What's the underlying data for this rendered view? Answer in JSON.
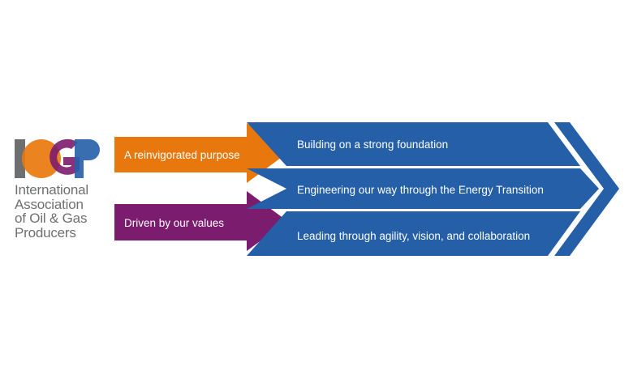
{
  "logo": {
    "letters": "IOGP",
    "name_lines": [
      "International",
      "Association",
      "of Oil & Gas",
      "Producers"
    ]
  },
  "inputs": [
    {
      "label": "A reinvigorated purpose",
      "color": "#e8780d"
    },
    {
      "label": "Driven by our values",
      "color": "#7c1c6e"
    }
  ],
  "pillars": [
    {
      "label": "Building on a strong foundation"
    },
    {
      "label": "Engineering our way through the Energy Transition"
    },
    {
      "label": "Leading through agility, vision, and collaboration"
    }
  ],
  "colors": {
    "pillar_blue": "#245fa8",
    "chevron_blue": "#245fa8",
    "logo_gray": "#6d6f71",
    "logo_orange": "#e8780d",
    "logo_purple": "#7c1c6e",
    "logo_blue": "#245fa8"
  }
}
